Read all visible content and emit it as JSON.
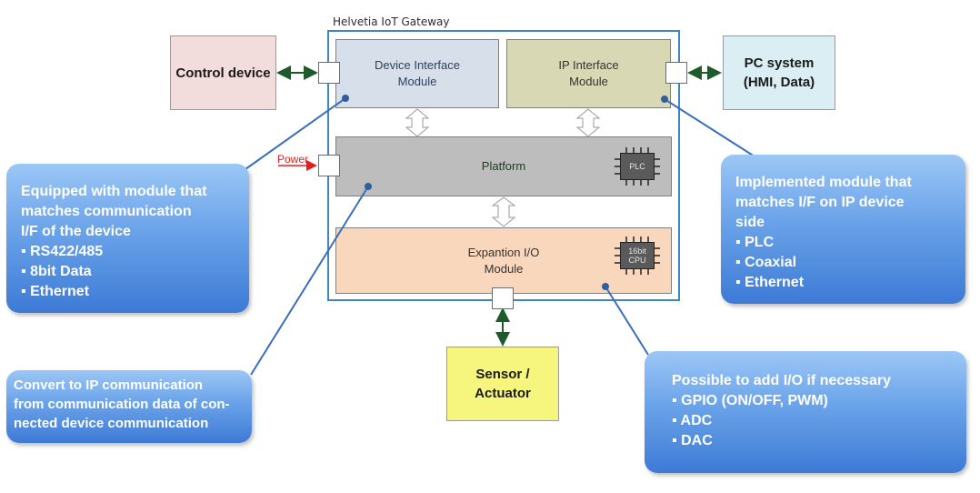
{
  "gateway": {
    "title": "Helvetia IoT Gateway"
  },
  "modules": {
    "device_interface": {
      "line1": "Device Interface",
      "line2": "Module"
    },
    "ip_interface": {
      "line1": "IP Interface",
      "line2": "Module"
    },
    "platform": {
      "label": "Platform"
    },
    "expansion": {
      "line1": "Expantion I/O",
      "line2": "Module"
    }
  },
  "chips": {
    "plc": {
      "label": "PLC"
    },
    "cpu": {
      "line1": "16bit",
      "line2": "CPU"
    }
  },
  "external": {
    "control_device": "Control device",
    "pc_system": {
      "line1": "PC system",
      "line2": "(HMI, Data)"
    },
    "sensor": {
      "line1": "Sensor /",
      "line2": "Actuator"
    }
  },
  "power_label": "Power",
  "callouts": {
    "device_side": {
      "lines": [
        "Equipped with module that",
        "matches communication",
        "I/F of the device",
        "▪ RS422/485",
        "▪ 8bit Data",
        "▪ Ethernet"
      ]
    },
    "ip_side": {
      "lines": [
        "Implemented module that",
        "matches I/F on IP device",
        "side",
        "▪ PLC",
        "▪ Coaxial",
        "▪ Ethernet"
      ]
    },
    "convert": {
      "lines": [
        "Convert to IP communication",
        "from communication data of con-",
        "nected device communication"
      ]
    },
    "io": {
      "lines": [
        "Possible to add I/O if necessary",
        "▪ GPIO (ON/OFF, PWM)",
        "▪ ADC",
        "▪ DAC"
      ]
    }
  },
  "colors": {
    "gateway_border": "#3f86c6",
    "callout_blue": "#5b95e2",
    "connector": "#1f5a2a",
    "power_red": "#e02020"
  }
}
